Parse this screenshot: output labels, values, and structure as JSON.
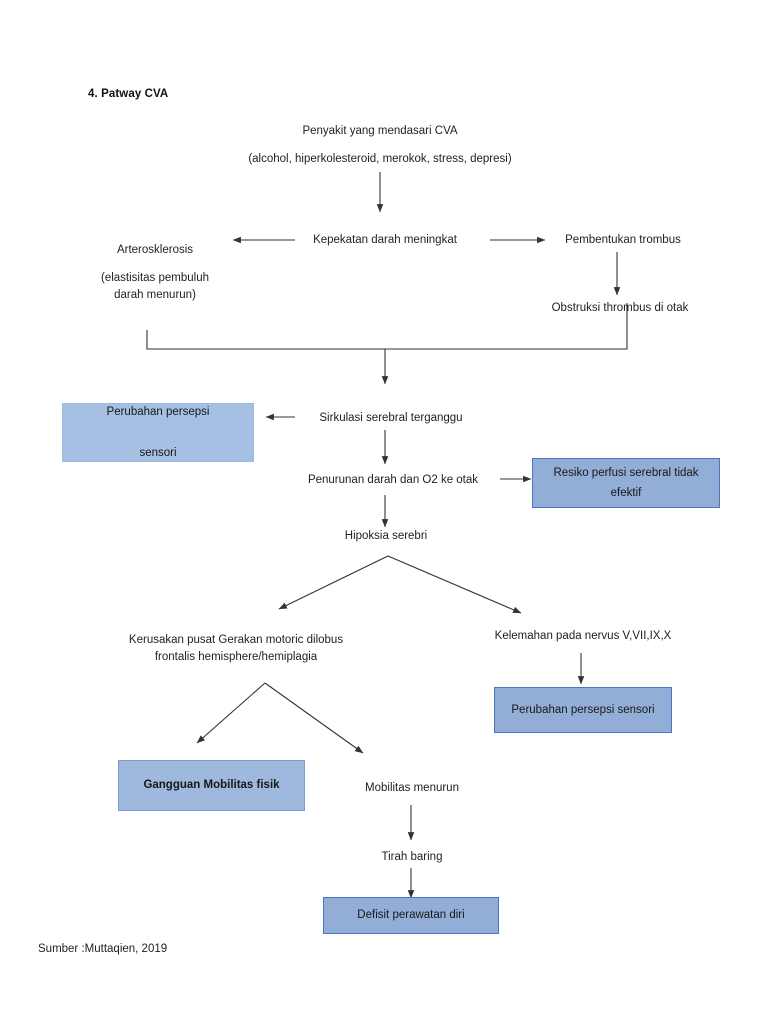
{
  "document": {
    "heading": "4.  Patway CVA",
    "source": "Sumber :Muttaqien, 2019"
  },
  "colors": {
    "box_light_fill": "#a6c0e3",
    "box_mid_fill": "#9fb8dd",
    "box_strong_fill": "#93aed6",
    "box_strong_border": "#4a77bd",
    "arrow": "#333333",
    "text": "#1f1f1f",
    "background": "#ffffff"
  },
  "chart_data": {
    "type": "diagram",
    "title": "4.  Patway CVA",
    "subtitle": "Sumber :Muttaqien, 2019",
    "nodes": [
      {
        "id": "n1",
        "label": "Penyakit yang mendasari CVA",
        "shape": "plain"
      },
      {
        "id": "n2",
        "label": "(alcohol, hiperkolesteroid, merokok, stress, depresi)",
        "shape": "plain"
      },
      {
        "id": "n3",
        "label": "Kepekatan darah meningkat",
        "shape": "plain"
      },
      {
        "id": "n4",
        "label": "Arterosklerosis",
        "shape": "plain"
      },
      {
        "id": "n5",
        "label": "(elastisitas pembuluh\ndarah menurun)",
        "shape": "plain"
      },
      {
        "id": "n6",
        "label": "Pembentukan trombus",
        "shape": "plain"
      },
      {
        "id": "n7",
        "label": "Obstruksi thrombus di otak",
        "shape": "plain"
      },
      {
        "id": "n8",
        "label": "Sirkulasi serebral terganggu",
        "shape": "plain"
      },
      {
        "id": "n9",
        "label": "Perubahan persepsi\n\nsensori",
        "shape": "box-light"
      },
      {
        "id": "n10",
        "label": "Penurunan darah dan O2 ke otak",
        "shape": "plain"
      },
      {
        "id": "n11",
        "label": "Resiko perfusi  serebral tidak\nefektif",
        "shape": "box-strong"
      },
      {
        "id": "n12",
        "label": "Hipoksia serebri",
        "shape": "plain"
      },
      {
        "id": "n13",
        "label": "Kerusakan pusat Gerakan motoric dilobus\nfrontalis hemisphere/hemiplagia",
        "shape": "plain"
      },
      {
        "id": "n14",
        "label": "Kelemahan pada nervus V,VII,IX,X",
        "shape": "plain"
      },
      {
        "id": "n15",
        "label": "Perubahan persepsi sensori",
        "shape": "box-strong"
      },
      {
        "id": "n16",
        "label": "Gangguan Mobilitas fisik",
        "shape": "box-mid",
        "bold": true
      },
      {
        "id": "n17",
        "label": "Mobilitas menurun",
        "shape": "plain"
      },
      {
        "id": "n18",
        "label": "Tirah baring",
        "shape": "plain"
      },
      {
        "id": "n19",
        "label": "Defisit perawatan diri",
        "shape": "box-strong"
      }
    ],
    "edges": [
      {
        "from": "n2",
        "to": "n3",
        "direction": "down"
      },
      {
        "from": "n3",
        "to": "n4",
        "direction": "left"
      },
      {
        "from": "n3",
        "to": "n6",
        "direction": "right"
      },
      {
        "from": "n6",
        "to": "n7",
        "direction": "down"
      },
      {
        "from": "n5",
        "to": "n8",
        "direction": "merge-down"
      },
      {
        "from": "n7",
        "to": "n8",
        "direction": "merge-down"
      },
      {
        "from": "n8",
        "to": "n9",
        "direction": "left"
      },
      {
        "from": "n8",
        "to": "n10",
        "direction": "down"
      },
      {
        "from": "n10",
        "to": "n11",
        "direction": "right"
      },
      {
        "from": "n10",
        "to": "n12",
        "direction": "down"
      },
      {
        "from": "n12",
        "to": "n13",
        "direction": "fork-left"
      },
      {
        "from": "n12",
        "to": "n14",
        "direction": "fork-right"
      },
      {
        "from": "n14",
        "to": "n15",
        "direction": "down"
      },
      {
        "from": "n13",
        "to": "n16",
        "direction": "fork-left"
      },
      {
        "from": "n13",
        "to": "n17",
        "direction": "fork-right"
      },
      {
        "from": "n17",
        "to": "n18",
        "direction": "down"
      },
      {
        "from": "n18",
        "to": "n19",
        "direction": "down"
      }
    ]
  }
}
